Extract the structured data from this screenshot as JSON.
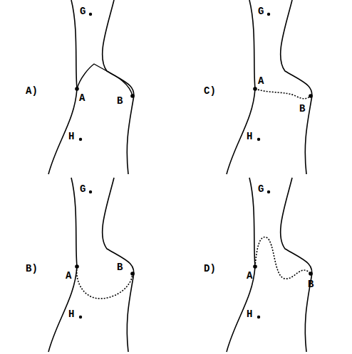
{
  "diagram": {
    "labels": [
      "A)",
      "G",
      "A",
      "B",
      "H",
      "C)",
      "G",
      "A",
      "B",
      "H",
      "B)",
      "G",
      "A",
      "B",
      "H",
      "D)",
      "G",
      "A",
      "B",
      "H"
    ]
  }
}
